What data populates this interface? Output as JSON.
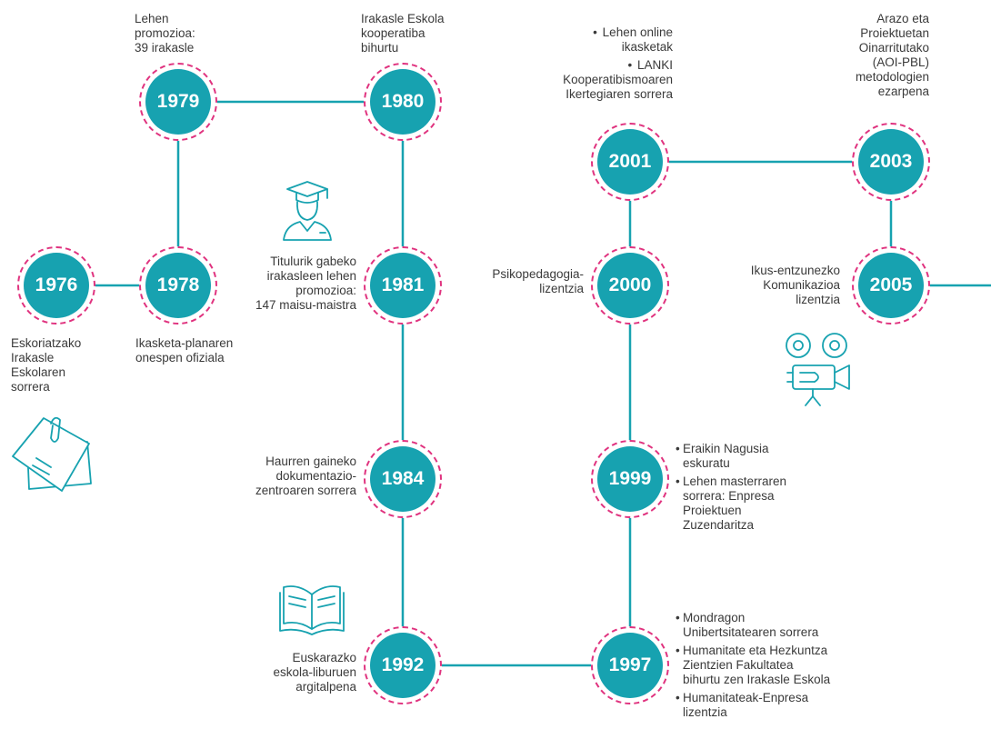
{
  "colors": {
    "node_fill": "#17a2b0",
    "node_ring": "#e0337f",
    "line": "#17a2b0",
    "icon": "#17a2b0"
  },
  "nodes": [
    {
      "year": "1976"
    },
    {
      "year": "1978"
    },
    {
      "year": "1979"
    },
    {
      "year": "1980"
    },
    {
      "year": "1981"
    },
    {
      "year": "1984"
    },
    {
      "year": "1992"
    },
    {
      "year": "1997"
    },
    {
      "year": "1999"
    },
    {
      "year": "2000"
    },
    {
      "year": "2001"
    },
    {
      "year": "2003"
    },
    {
      "year": "2005"
    }
  ],
  "labels": {
    "y1976": [
      "Eskoriatzako",
      "Irakasle",
      "Eskolaren",
      "sorrera"
    ],
    "y1978": [
      "Ikasketa-planaren",
      "onespen ofiziala"
    ],
    "y1979": [
      "Lehen",
      "promozioa:",
      "39 irakasle"
    ],
    "y1980": [
      "Irakasle Eskola",
      "kooperatiba",
      "bihurtu"
    ],
    "y1981": [
      "Titulurik gabeko",
      "irakasleen lehen",
      "promozioa:",
      "147 maisu-maistra"
    ],
    "y1984": [
      "Haurren gaineko",
      "dokumentazio-",
      "zentroaren sorrera"
    ],
    "y1992": [
      "Euskarazko",
      "eskola-liburuen",
      "argitalpena"
    ],
    "y1997": [
      [
        "Mondragon",
        "Unibertsitatearen sorrera"
      ],
      [
        "Humanitate eta Hezkuntza",
        "Zientzien Fakultatea",
        "bihurtu zen Irakasle Eskola"
      ],
      [
        "Humanitateak-Enpresa",
        "lizentzia"
      ]
    ],
    "y1999": [
      [
        "Eraikin Nagusia",
        "eskuratu"
      ],
      [
        "Lehen masterraren",
        "sorrera: Enpresa",
        "Proiektuen",
        "Zuzendaritza"
      ]
    ],
    "y2000": [
      "Psikopedagogia-",
      "lizentzia"
    ],
    "y2001": [
      [
        "Lehen online",
        "ikasketak"
      ],
      [
        "LANKI",
        "Kooperatibismoaren",
        "Ikertegiaren sorrera"
      ]
    ],
    "y2003": [
      "Arazo eta",
      "Proiektuetan",
      "Oinarritutako",
      "(AOI-PBL)",
      "metodologien",
      "ezarpena"
    ],
    "y2005": [
      "Ikus-entzunezko",
      "Komunikazioa",
      "lizentzia"
    ]
  },
  "icons": [
    "graduate-icon",
    "notes-icon",
    "book-icon",
    "film-camera-icon"
  ]
}
